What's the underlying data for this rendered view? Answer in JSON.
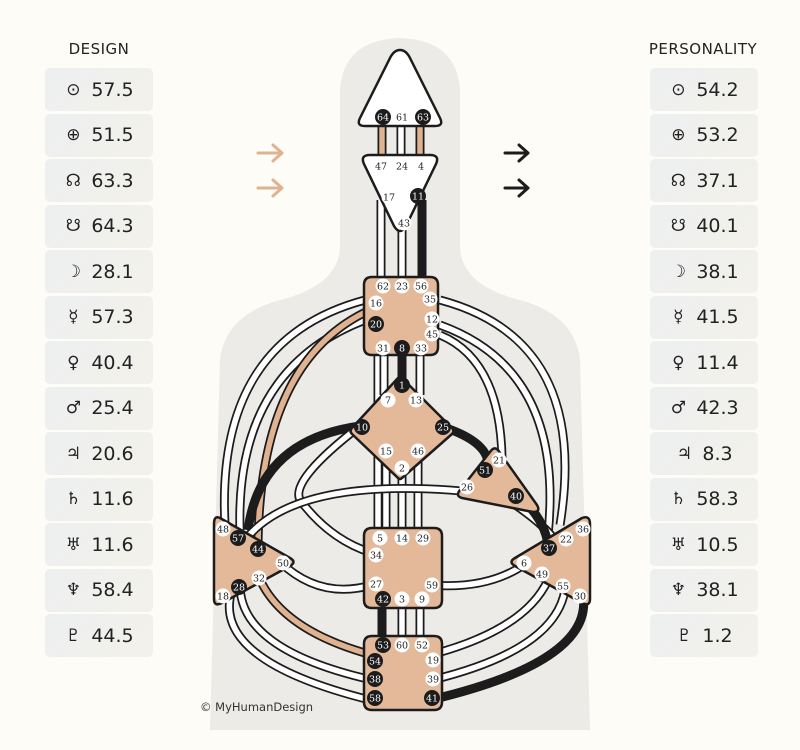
{
  "headers": {
    "design": "DESIGN",
    "personality": "PERSONALITY"
  },
  "design": [
    {
      "planet": "sun",
      "symbol": "⊙",
      "value": "57.5"
    },
    {
      "planet": "earth",
      "symbol": "⊕",
      "value": "51.5"
    },
    {
      "planet": "north-node",
      "symbol": "☊",
      "value": "63.3"
    },
    {
      "planet": "south-node",
      "symbol": "☋",
      "value": "64.3"
    },
    {
      "planet": "moon",
      "symbol": "☽",
      "value": "28.1"
    },
    {
      "planet": "mercury",
      "symbol": "☿",
      "value": "57.3"
    },
    {
      "planet": "venus",
      "symbol": "♀",
      "value": "40.4"
    },
    {
      "planet": "mars",
      "symbol": "♂",
      "value": "25.4"
    },
    {
      "planet": "jupiter",
      "symbol": "♃",
      "value": "20.6"
    },
    {
      "planet": "saturn",
      "symbol": "♄",
      "value": "11.6"
    },
    {
      "planet": "uranus",
      "symbol": "♅",
      "value": "11.6"
    },
    {
      "planet": "neptune",
      "symbol": "♆",
      "value": "58.4"
    },
    {
      "planet": "pluto",
      "symbol": "♇",
      "value": "44.5"
    }
  ],
  "personality": [
    {
      "planet": "sun",
      "symbol": "⊙",
      "value": "54.2"
    },
    {
      "planet": "earth",
      "symbol": "⊕",
      "value": "53.2"
    },
    {
      "planet": "north-node",
      "symbol": "☊",
      "value": "37.1"
    },
    {
      "planet": "south-node",
      "symbol": "☋",
      "value": "40.1"
    },
    {
      "planet": "moon",
      "symbol": "☽",
      "value": "38.1"
    },
    {
      "planet": "mercury",
      "symbol": "☿",
      "value": "41.5"
    },
    {
      "planet": "venus",
      "symbol": "♀",
      "value": "11.4"
    },
    {
      "planet": "mars",
      "symbol": "♂",
      "value": "42.3"
    },
    {
      "planet": "jupiter",
      "symbol": "♃",
      "value": "8.3"
    },
    {
      "planet": "saturn",
      "symbol": "♄",
      "value": "58.3"
    },
    {
      "planet": "uranus",
      "symbol": "♅",
      "value": "10.5"
    },
    {
      "planet": "neptune",
      "symbol": "♆",
      "value": "38.1"
    },
    {
      "planet": "pluto",
      "symbol": "♇",
      "value": "1.2"
    }
  ],
  "colors": {
    "defined_center": "#e3b999",
    "design_activation": "#e0b290",
    "personality_activation": "#1c1c1c",
    "silhouette": "#ecebe7"
  },
  "centers": [
    {
      "name": "head",
      "defined": false,
      "gates": [
        "64",
        "61",
        "63"
      ],
      "active": [
        "64",
        "63"
      ]
    },
    {
      "name": "ajna",
      "defined": false,
      "gates": [
        "47",
        "24",
        "4",
        "17",
        "11",
        "43"
      ],
      "active": [
        "11"
      ]
    },
    {
      "name": "throat",
      "defined": true,
      "gates": [
        "62",
        "23",
        "56",
        "16",
        "35",
        "20",
        "12",
        "45",
        "31",
        "8",
        "33"
      ],
      "active": [
        "20",
        "8"
      ]
    },
    {
      "name": "g",
      "defined": true,
      "gates": [
        "1",
        "7",
        "13",
        "10",
        "25",
        "15",
        "46",
        "2"
      ],
      "active": [
        "1",
        "10",
        "25"
      ]
    },
    {
      "name": "heart",
      "defined": true,
      "gates": [
        "21",
        "51",
        "26",
        "40"
      ],
      "active": [
        "51",
        "40"
      ]
    },
    {
      "name": "sacral",
      "defined": true,
      "gates": [
        "5",
        "14",
        "29",
        "34",
        "27",
        "59",
        "42",
        "3",
        "9"
      ],
      "active": [
        "42"
      ]
    },
    {
      "name": "spleen",
      "defined": true,
      "gates": [
        "48",
        "57",
        "44",
        "50",
        "32",
        "28",
        "18"
      ],
      "active": [
        "57",
        "44",
        "28"
      ]
    },
    {
      "name": "solar-plexus",
      "defined": true,
      "gates": [
        "36",
        "22",
        "37",
        "6",
        "49",
        "55",
        "30"
      ],
      "active": [
        "37"
      ]
    },
    {
      "name": "root",
      "defined": true,
      "gates": [
        "53",
        "60",
        "52",
        "54",
        "19",
        "38",
        "39",
        "58",
        "41"
      ],
      "active": [
        "53",
        "54",
        "38",
        "58",
        "41"
      ]
    }
  ],
  "copyright": "© MyHumanDesign"
}
